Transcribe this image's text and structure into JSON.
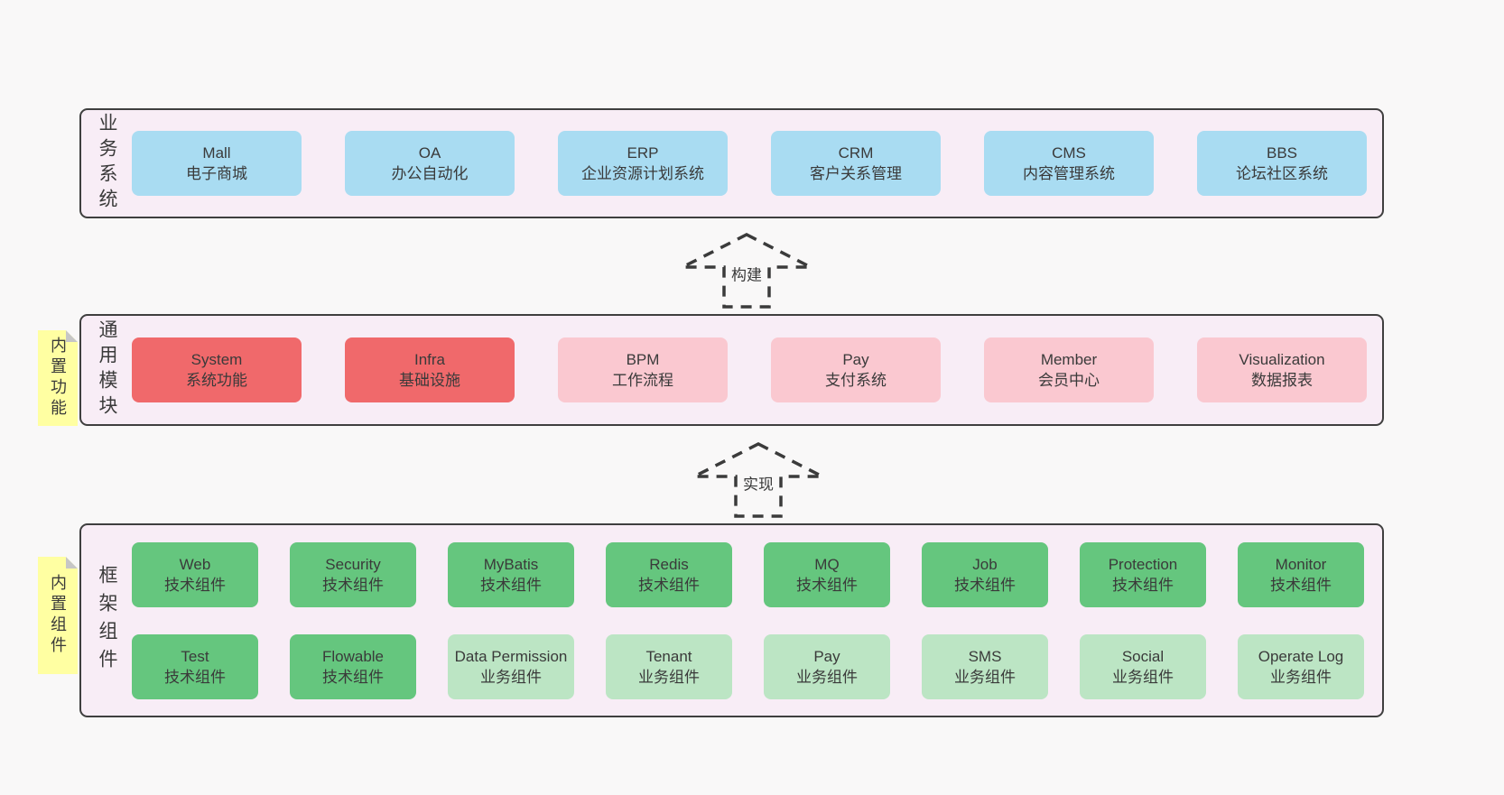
{
  "colors": {
    "page_background": "#f9f8f8",
    "section_background": "#f8edf6",
    "section_border": "#3f3f3f",
    "blue": "#a9dcf2",
    "red": "#f0696b",
    "pink": "#fac8d0",
    "green": "#65c67e",
    "light_green": "#bce5c4",
    "note_yellow": "#ffffa2",
    "note_fold": "#c6c6c6",
    "text": "#3a3a3a"
  },
  "arrows": [
    {
      "label": "构建"
    },
    {
      "label": "实现"
    }
  ],
  "sections": [
    {
      "label": "业务系统",
      "items": [
        {
          "name": "Mall",
          "subtitle": "电子商城",
          "variant": "blue"
        },
        {
          "name": "OA",
          "subtitle": "办公自动化",
          "variant": "blue"
        },
        {
          "name": "ERP",
          "subtitle": "企业资源计划系统",
          "variant": "blue"
        },
        {
          "name": "CRM",
          "subtitle": "客户关系管理",
          "variant": "blue"
        },
        {
          "name": "CMS",
          "subtitle": "内容管理系统",
          "variant": "blue"
        },
        {
          "name": "BBS",
          "subtitle": "论坛社区系统",
          "variant": "blue"
        }
      ]
    },
    {
      "label": "通用模块",
      "note": "内置功能",
      "items": [
        {
          "name": "System",
          "subtitle": "系统功能",
          "variant": "red"
        },
        {
          "name": "Infra",
          "subtitle": "基础设施",
          "variant": "red"
        },
        {
          "name": "BPM",
          "subtitle": "工作流程",
          "variant": "pink"
        },
        {
          "name": "Pay",
          "subtitle": "支付系统",
          "variant": "pink"
        },
        {
          "name": "Member",
          "subtitle": "会员中心",
          "variant": "pink"
        },
        {
          "name": "Visualization",
          "subtitle": "数据报表",
          "variant": "pink"
        }
      ]
    },
    {
      "label": "框架组件",
      "note": "内置组件",
      "rows": [
        [
          {
            "name": "Web",
            "subtitle": "技术组件",
            "variant": "green"
          },
          {
            "name": "Security",
            "subtitle": "技术组件",
            "variant": "green"
          },
          {
            "name": "MyBatis",
            "subtitle": "技术组件",
            "variant": "green"
          },
          {
            "name": "Redis",
            "subtitle": "技术组件",
            "variant": "green"
          },
          {
            "name": "MQ",
            "subtitle": "技术组件",
            "variant": "green"
          },
          {
            "name": "Job",
            "subtitle": "技术组件",
            "variant": "green"
          },
          {
            "name": "Protection",
            "subtitle": "技术组件",
            "variant": "green"
          },
          {
            "name": "Monitor",
            "subtitle": "技术组件",
            "variant": "green"
          }
        ],
        [
          {
            "name": "Test",
            "subtitle": "技术组件",
            "variant": "green"
          },
          {
            "name": "Flowable",
            "subtitle": "技术组件",
            "variant": "green"
          },
          {
            "name": "Data Permission",
            "subtitle": "业务组件",
            "variant": "lightgreen"
          },
          {
            "name": "Tenant",
            "subtitle": "业务组件",
            "variant": "lightgreen"
          },
          {
            "name": "Pay",
            "subtitle": "业务组件",
            "variant": "lightgreen"
          },
          {
            "name": "SMS",
            "subtitle": "业务组件",
            "variant": "lightgreen"
          },
          {
            "name": "Social",
            "subtitle": "业务组件",
            "variant": "lightgreen"
          },
          {
            "name": "Operate Log",
            "subtitle": "业务组件",
            "variant": "lightgreen"
          }
        ]
      ]
    }
  ]
}
